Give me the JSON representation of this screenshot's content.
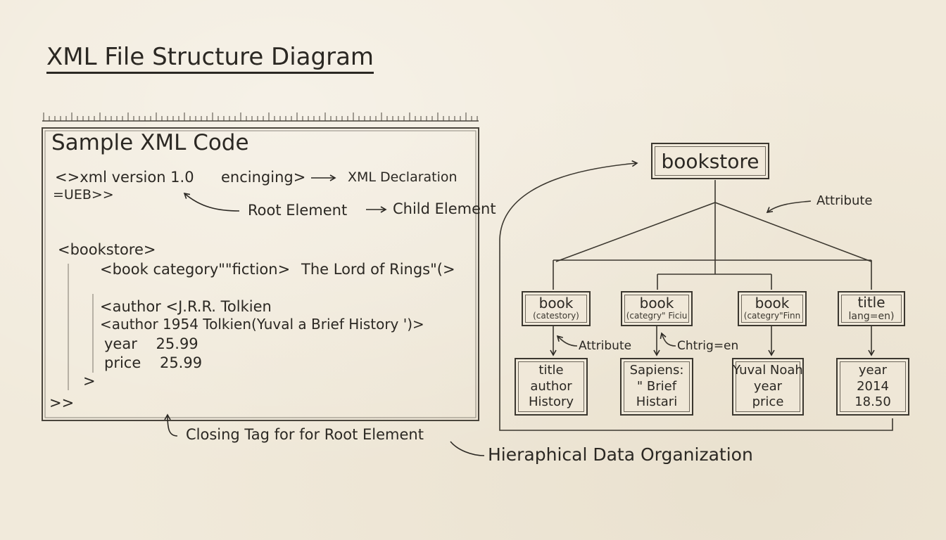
{
  "title": "XML File Structure Diagram",
  "code_panel": {
    "title": "Sample XML Code",
    "lines": [
      "<>xml version 1.0",
      "=UEB>>",
      "<bookstore>",
      "<book category\"\"fiction>",
      "The Lord of Rings\"(>",
      "<author  <J.R.R. Tolkien",
      "<author  1954  Tolkien(Yuval a Brief History ')>",
      "year    25.99",
      "price    25.99",
      ">",
      ">>"
    ],
    "encoding_label": "encinging>",
    "xml_declaration_label": "XML Declaration",
    "root_element_label": "Root Element",
    "child_element_label": "Child Element",
    "closing_tag_label": "Closing Tag for for Root Element"
  },
  "tree": {
    "root": "bookstore",
    "attribute_label_top": "Attribute",
    "attribute_label_mid": "Attribute",
    "children_note": "Chtrig=en",
    "nodes": [
      {
        "label": "book",
        "sub": "(catestory)"
      },
      {
        "label": "book",
        "sub": "(categry\" Ficiu"
      },
      {
        "label": "book",
        "sub": "(categry\"Finn"
      },
      {
        "label": "title",
        "sub": "lang=en)"
      }
    ],
    "leaves": [
      [
        "title",
        "author",
        "History"
      ],
      [
        "Sapiens:",
        "\" Brief",
        "Histari"
      ],
      [
        "Yuval Noah",
        "year",
        "price"
      ],
      [
        "year",
        "2014",
        "18.50"
      ]
    ],
    "caption": "Hieraphical Data Organization"
  },
  "colors": {
    "paper": "#f1eadb",
    "ink": "#2b2823",
    "ruler": "#6d665a"
  }
}
